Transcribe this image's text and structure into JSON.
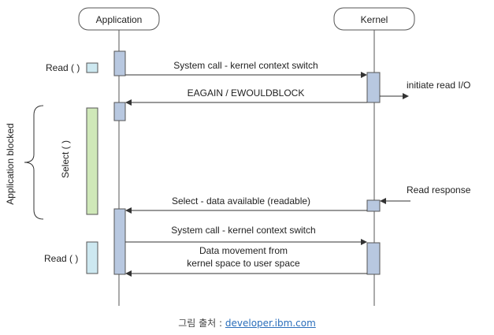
{
  "participants": {
    "application": "Application",
    "kernel": "Kernel"
  },
  "side_labels": {
    "read_top": "Read ( )",
    "select": "Select ( )",
    "read_bottom": "Read ( )",
    "application_blocked": "Application blocked"
  },
  "messages": {
    "syscall_1": "System call - kernel context switch",
    "eagain": "EAGAIN / EWOULDBLOCK",
    "initiate_read": "initiate read I/O",
    "read_response": "Read response",
    "select_available": "Select - data available (readable)",
    "syscall_2": "System call - kernel context switch",
    "data_movement_line1": "Data movement from",
    "data_movement_line2": "kernel space to user space"
  },
  "caption": {
    "prefix": "그림 출처 : ",
    "link": "developer.ibm.com"
  },
  "colors": {
    "activation": "#b8c8e0",
    "select_bar": "#cfe8b8",
    "read_box": "#cde8f0",
    "line": "#555555"
  }
}
